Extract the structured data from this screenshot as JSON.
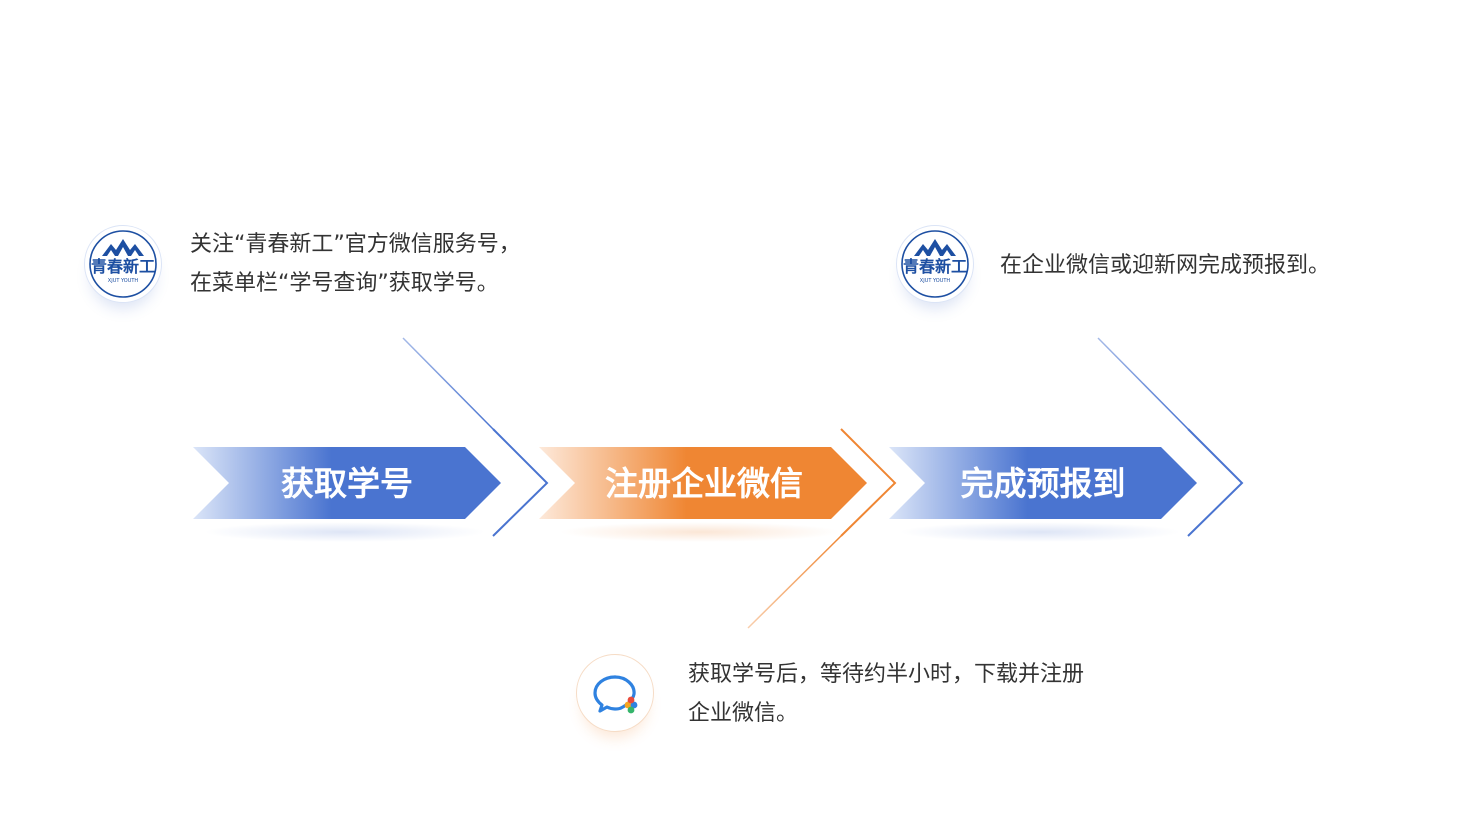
{
  "steps": [
    {
      "label": "获取学号"
    },
    {
      "label": "注册企业微信"
    },
    {
      "label": "完成预报到"
    }
  ],
  "descriptions": [
    {
      "lines": [
        "关注“青春新工”官方微信服务号，",
        "在菜单栏“学号查询”获取学号。"
      ]
    },
    {
      "lines": [
        "获取学号后，等待约半小时，下载并注册",
        "企业微信。"
      ]
    },
    {
      "lines": [
        "在企业微信或迎新网完成预报到。"
      ]
    }
  ],
  "logo": {
    "name": "青春新工",
    "subtitle": "XJUT YOUTH"
  },
  "icons": {
    "qingchun": "qingchun-xingong-logo-icon",
    "wecom": "wecom-chat-bubble-icon"
  },
  "colors": {
    "blue": "#4a74d0",
    "blue_light": "#dbe5f8",
    "orange": "#ef8633",
    "orange_light": "#fbe3cf",
    "text": "#333333",
    "logo_blue": "#1d4fa2"
  }
}
